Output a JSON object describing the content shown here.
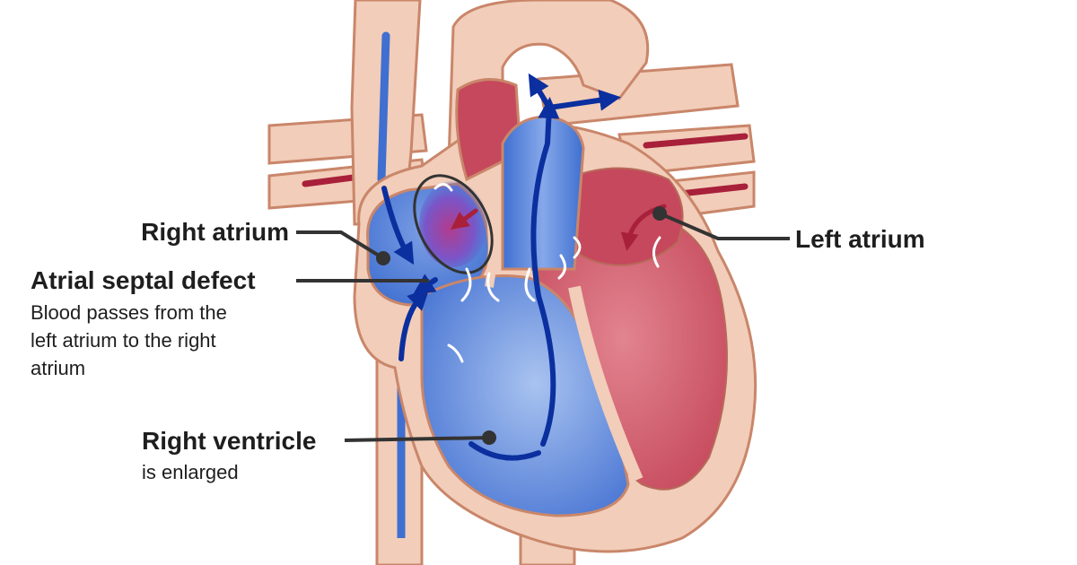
{
  "labels": {
    "right_atrium": "Right atrium",
    "atrial_septal_defect": "Atrial septal defect",
    "asd_desc": [
      "Blood passes from the",
      "left atrium to the right",
      "atrium"
    ],
    "right_ventricle": "Right ventricle",
    "rv_desc": "is enlarged",
    "left_atrium": "Left atrium"
  },
  "colors": {
    "tissue": "#f2cdb9",
    "outline": "#c9866a",
    "deoxygenated": "#3f6fd0",
    "deoxygenated_light": "#8fb0ea",
    "oxygenated": "#c6485c",
    "oxygenated_light": "#e07a88",
    "flow_arrow": "#0b2f9e",
    "text": "#1e1e1e",
    "leader": "#333333"
  }
}
